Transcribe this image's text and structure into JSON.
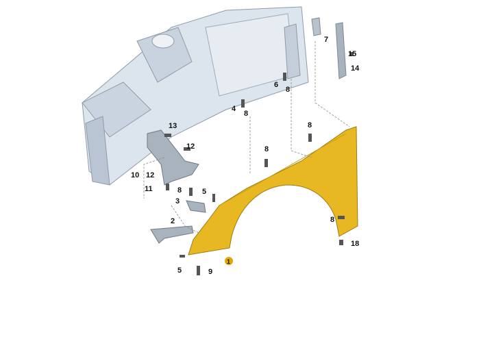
{
  "diagram": {
    "title": "Front fender assembly exploded view",
    "colors": {
      "fender": "#E8B823",
      "chassis": "#D9E2EC",
      "part": "#A9B3BE",
      "callout": "#E0A800"
    },
    "labels": {
      "l7": "7",
      "l15": "15",
      "l14": "14",
      "l6": "6",
      "l8a": "8",
      "l4": "4",
      "l8b": "8",
      "l13": "13",
      "l12a": "12",
      "l10": "10",
      "l12b": "12",
      "l11": "11",
      "l8c": "8",
      "l5a": "5",
      "l3": "3",
      "l2": "2",
      "l8d": "8",
      "l8e": "8",
      "l8f": "8",
      "l18": "18",
      "l5b": "5",
      "l9": "9",
      "l1": "1"
    }
  }
}
